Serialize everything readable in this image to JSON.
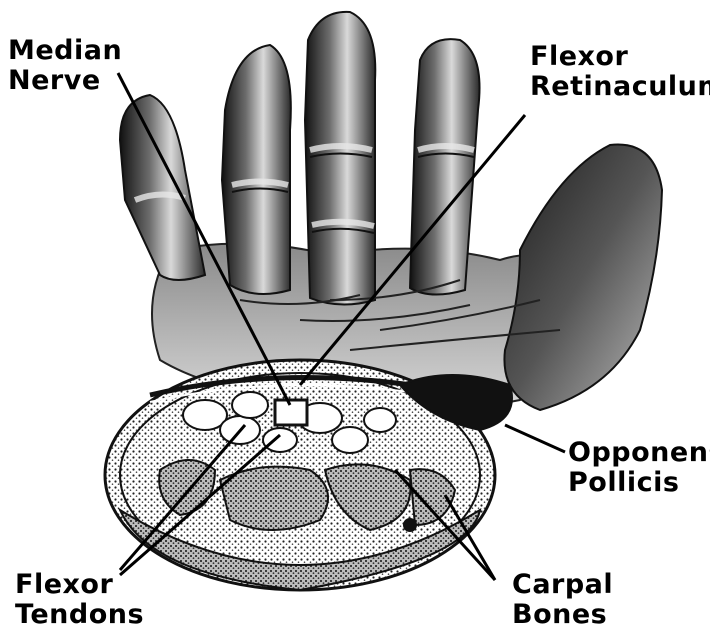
{
  "labels": {
    "median_nerve": [
      "Median",
      "Nerve"
    ],
    "flexor_retinaculum": [
      "Flexor",
      "Retinaculum"
    ],
    "opponens_pollicis": [
      "Opponens",
      "Pollicis"
    ],
    "flexor_tendons": [
      "Flexor",
      "Tendons"
    ],
    "carpal_bones": [
      "Carpal",
      "Bones"
    ]
  },
  "colors": {
    "ink": "#000000",
    "paper": "#ffffff",
    "shade": "#5a5a5a",
    "mid": "#9a9a9a"
  }
}
